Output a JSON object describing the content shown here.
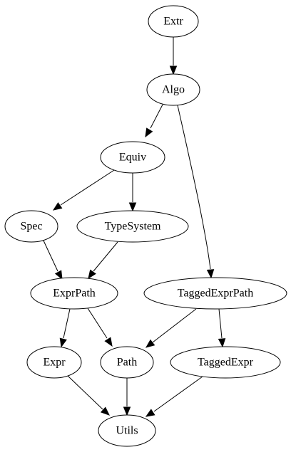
{
  "graph": {
    "nodes": [
      {
        "id": "extr",
        "label": "Extr"
      },
      {
        "id": "algo",
        "label": "Algo"
      },
      {
        "id": "equiv",
        "label": "Equiv"
      },
      {
        "id": "spec",
        "label": "Spec"
      },
      {
        "id": "typesystem",
        "label": "TypeSystem"
      },
      {
        "id": "exprpath",
        "label": "ExprPath"
      },
      {
        "id": "taggedexprpath",
        "label": "TaggedExprPath"
      },
      {
        "id": "expr",
        "label": "Expr"
      },
      {
        "id": "path",
        "label": "Path"
      },
      {
        "id": "taggedexpr",
        "label": "TaggedExpr"
      },
      {
        "id": "utils",
        "label": "Utils"
      }
    ],
    "edges": [
      {
        "from": "extr",
        "to": "algo"
      },
      {
        "from": "algo",
        "to": "equiv"
      },
      {
        "from": "algo",
        "to": "taggedexprpath"
      },
      {
        "from": "equiv",
        "to": "spec"
      },
      {
        "from": "equiv",
        "to": "typesystem"
      },
      {
        "from": "spec",
        "to": "exprpath"
      },
      {
        "from": "typesystem",
        "to": "exprpath"
      },
      {
        "from": "exprpath",
        "to": "expr"
      },
      {
        "from": "exprpath",
        "to": "path"
      },
      {
        "from": "taggedexprpath",
        "to": "path"
      },
      {
        "from": "taggedexprpath",
        "to": "taggedexpr"
      },
      {
        "from": "expr",
        "to": "utils"
      },
      {
        "from": "path",
        "to": "utils"
      },
      {
        "from": "taggedexpr",
        "to": "utils"
      }
    ]
  }
}
